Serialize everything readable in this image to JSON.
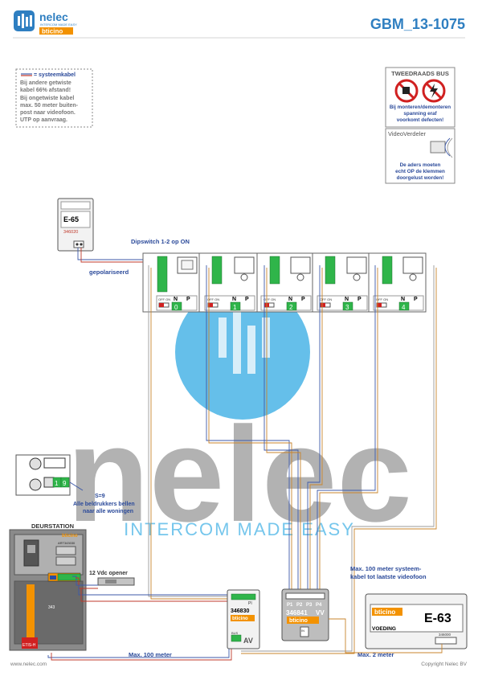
{
  "header": {
    "brand": "nelec",
    "brand_tagline": "INTERCOM MADE EASY",
    "sub_brand": "bticino",
    "doc_id": "GBM_13-1075"
  },
  "notes": {
    "systeemkabel_title": "= systeemkabel",
    "lines": [
      "Bij andere getwiste",
      "kabel 66% afstand!",
      "Bij ongetwiste kabel",
      "max. 50 meter buiten-",
      "post naar videofoon.",
      "UTP op aanvraag."
    ]
  },
  "warnings": {
    "bus_title": "TWEEDRAADS BUS",
    "bus_lines": [
      "Bij monteren/demonteren",
      "spanning eraf",
      "voorkomt defecten!"
    ],
    "verdeler_title": "VideoVerdeler",
    "verdeler_lines": [
      "De aders moeten",
      "echt OP de klemmen",
      "doorgelust worden!"
    ]
  },
  "e65": {
    "model": "E-65",
    "part": "346020"
  },
  "polarized_label": "gepolariseerd",
  "dipswitch_label": "Dipswitch 1-2 op ON",
  "monitors": {
    "n_label": "N",
    "p_label": "P",
    "off_on": "OFF ON",
    "addresses": [
      "0",
      "1",
      "2",
      "3",
      "4"
    ]
  },
  "door_station": {
    "title": "DEURSTATION",
    "brand": "bticino",
    "part_top": "ART343030",
    "part_bottom": "343",
    "code": "S=9",
    "config_digits": [
      "1",
      "9"
    ],
    "label_bottom": "ETIS-H",
    "note_lines": [
      "S=9",
      "Alle beldrukkers bellen",
      "naar alle woningen"
    ]
  },
  "opener_label": "12 Vdc opener",
  "module_346830": {
    "part": "346830",
    "brand": "bticino",
    "tag": "AV",
    "terms_top": "PI",
    "terms_bottom": "BUS"
  },
  "module_346841": {
    "part": "346841",
    "brand": "bticino",
    "terms": [
      "P1",
      "P2",
      "P3",
      "P4"
    ],
    "vv": "VV",
    "in_label": "IN"
  },
  "e63": {
    "brand": "bticino",
    "model": "E-63",
    "label": "VOEDING",
    "part": "346000"
  },
  "cable_labels": {
    "max_100": "Max. 100 meter",
    "max_2": "Max. 2 meter",
    "max_100_system_1": "Max. 100 meter systeem-",
    "max_100_system_2": "kabel tot laatste videofoon"
  },
  "footer": {
    "website": "www.nelec.com",
    "copyright": "Copyright Nelec BV"
  },
  "watermark": {
    "word": "nelec",
    "tagline": "INTERCOM MADE EASY"
  },
  "colors": {
    "header_blue": "#2f7fc1",
    "label_blue": "#2b4a9a",
    "watermark_circle": "#55b9e8",
    "watermark_text": "#9b9b9b",
    "terminal_green": "#2fb54a",
    "wire_red": "#c0392b",
    "wire_blue": "#3d59a8"
  }
}
